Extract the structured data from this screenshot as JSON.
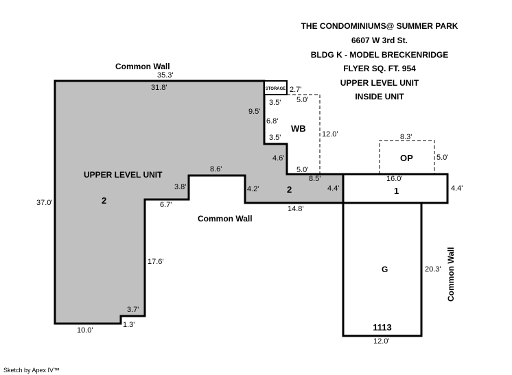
{
  "header": {
    "line1": "THE CONDOMINIUMS@ SUMMER PARK",
    "line2": "6607 W 3rd St.",
    "line3": "BLDG K - MODEL BRECKENRIDGE",
    "line4": "FLYER SQ. FT. 954",
    "line5": "UPPER LEVEL UNIT",
    "line6": "INSIDE UNIT"
  },
  "labels": {
    "common_wall_top": "Common Wall",
    "common_wall_mid": "Common Wall",
    "common_wall_right": "Common Wall",
    "upper_level_unit": "UPPER LEVEL UNIT",
    "area_2_left": "2",
    "area_2_mid": "2",
    "area_1": "1",
    "storage": "STORAGE",
    "wb": "WB",
    "op": "OP",
    "garage": "G",
    "garage_number": "1113"
  },
  "dimensions": {
    "d35_3": "35.3'",
    "d31_8": "31.8'",
    "d37_0": "37.0'",
    "d2_7": "2.7'",
    "d3_5a": "3.5'",
    "d5_0a": "5.0'",
    "d9_5": "9.5'",
    "d6_8": "6.8'",
    "d12_0": "12.0'",
    "d3_5b": "3.5'",
    "d4_6": "4.6'",
    "d5_0b": "5.0'",
    "d8_5": "8.5'",
    "d8_6": "8.6'",
    "d3_8": "3.8'",
    "d4_2": "4.2'",
    "d4_4a": "4.4'",
    "d6_7": "6.7'",
    "d14_8": "14.8'",
    "d8_3": "8.3'",
    "d5_0c": "5.0'",
    "d16_0": "16.0'",
    "d4_4b": "4.4'",
    "d17_6": "17.6'",
    "d20_3": "20.3'",
    "d3_7": "3.7'",
    "d1_3": "1.3'",
    "d10_0": "10.0'",
    "d12_0b": "12.0'"
  },
  "footer": {
    "credit": "Sketch by Apex IV™"
  },
  "colors": {
    "fill_living": "#c0c0c0",
    "line": "#000000"
  }
}
